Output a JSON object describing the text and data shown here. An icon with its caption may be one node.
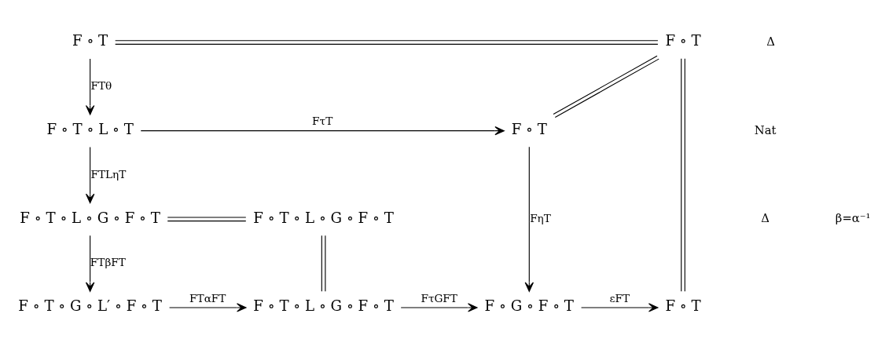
{
  "diagram": {
    "nodes": [
      {
        "text": [
          "F ∘ T"
        ]
      },
      {
        "text": [
          "F ∘ T"
        ]
      },
      {
        "text": [
          "F ∘ T ∘ L ∘ T"
        ]
      },
      {
        "text": [
          "F ∘ T"
        ]
      },
      {
        "text": [
          "F ∘ T ∘ L ∘ G ∘ F ∘ T"
        ]
      },
      {
        "text": [
          "F ∘ T ∘ L ∘ G ∘ F ∘ T"
        ]
      },
      {
        "text": [
          "F ∘ T ∘ G ∘ L′ ∘ F ∘ T"
        ]
      },
      {
        "text": [
          "F ∘ T ∘ L ∘ G ∘ F ∘ T"
        ]
      },
      {
        "text": [
          "F ∘ G ∘ F ∘ T"
        ]
      },
      {
        "text": [
          "F ∘ T"
        ]
      }
    ],
    "edges": [
      {
        "from": 0,
        "to": 1,
        "arrow": "none"
      },
      {
        "from": 0,
        "to": 2,
        "arrow": "to",
        "label": "FTθ"
      },
      {
        "from": 2,
        "to": 3,
        "arrow": "to",
        "label": "FτT"
      },
      {
        "from": 3,
        "to": 1,
        "arrow": "none"
      },
      {
        "from": 1,
        "to": 9,
        "arrow": "none"
      },
      {
        "from": 2,
        "to": 4,
        "arrow": "to",
        "label": "FTLηT"
      },
      {
        "from": 4,
        "to": 5,
        "arrow": "none"
      },
      {
        "from": 5,
        "to": 7,
        "arrow": "none"
      },
      {
        "from": 3,
        "to": 8,
        "arrow": "to",
        "label": "FηT"
      },
      {
        "from": 4,
        "to": 6,
        "arrow": "to",
        "label": "FTβFT"
      },
      {
        "from": 6,
        "to": 7,
        "arrow": "to",
        "label": "FTαFT"
      },
      {
        "from": 7,
        "to": 8,
        "arrow": "to",
        "label": "FτGFT"
      },
      {
        "from": 8,
        "to": 9,
        "arrow": "to",
        "label": "εFT"
      }
    ],
    "labels": [
      "Δ",
      "Nat",
      "Δ",
      "β=α⁻¹"
    ]
  }
}
